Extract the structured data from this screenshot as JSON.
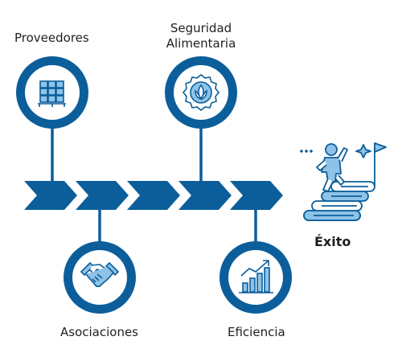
{
  "steps": [
    {
      "label": "Proveedores",
      "icon": "pallet-boxes-icon"
    },
    {
      "label": "Asociaciones",
      "icon": "handshake-icon"
    },
    {
      "label": "Seguridad\nAlimentaria",
      "icon": "quality-badge-icon"
    },
    {
      "label": "Eficiencia",
      "icon": "growth-chart-icon"
    }
  ],
  "goal": {
    "label": "Éxito",
    "icon": "climbing-stairs-success-icon"
  },
  "colors": {
    "primary": "#0b5e9a",
    "ring": "#0d68a8",
    "light": "#8ec3e8",
    "text": "#1f1f1f"
  }
}
